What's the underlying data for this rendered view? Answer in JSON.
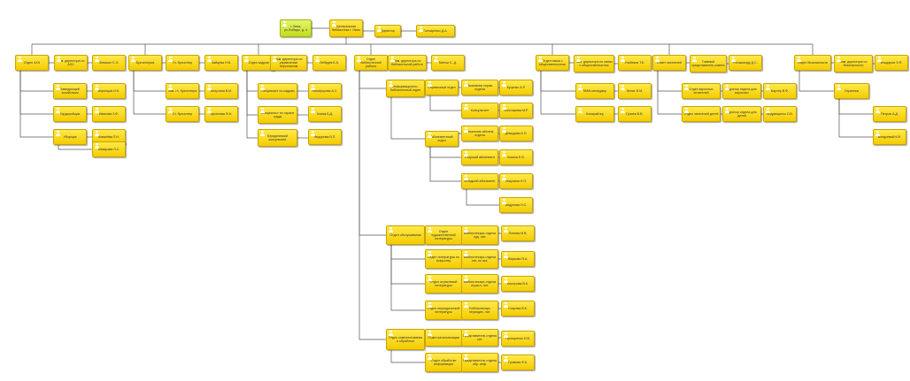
{
  "colors": {
    "box": "#f4cc00",
    "box_top": "#ffe94a",
    "box_border": "#c9a400",
    "lime": "#c3dc1c",
    "line": "#555555"
  },
  "icon": "person-icon",
  "nodes": [
    {
      "id": "n_city",
      "label": "г. Омск, ул.Победы, д. 4",
      "lime": true
    },
    {
      "id": "n_lib",
      "label": "Центральная библиотека г. Омск"
    },
    {
      "id": "n_dir",
      "label": "Директор"
    },
    {
      "id": "n_dirname",
      "label": "Гончаренко Д.А."
    },
    {
      "id": "c1",
      "label": "Отдел АХЧ"
    },
    {
      "id": "c1s",
      "label": "Зам. директора по АХЧ"
    },
    {
      "id": "c1n",
      "label": "Земских С.Э."
    },
    {
      "id": "c1a",
      "label": "Заведующий хозяйством"
    },
    {
      "id": "c1an",
      "label": "Воронцов И.Н."
    },
    {
      "id": "c1b",
      "label": "Гардеробщик"
    },
    {
      "id": "c1bn",
      "label": "Иванова З.Ф."
    },
    {
      "id": "c1c",
      "label": "Уборщик"
    },
    {
      "id": "c1cn",
      "label": "Ковалёва Л.Н."
    },
    {
      "id": "c1dn",
      "label": "Макарова Л.С."
    },
    {
      "id": "c2",
      "label": "Бухгалтерия"
    },
    {
      "id": "c2a",
      "label": "Гл. бухгалтер"
    },
    {
      "id": "c2an",
      "label": "Зайцева Н.В."
    },
    {
      "id": "c2b",
      "label": "Зам. гл. бухгалтера"
    },
    {
      "id": "c2bn",
      "label": "Белухина В.М."
    },
    {
      "id": "c2c",
      "label": "Ст. бухгалтер"
    },
    {
      "id": "c2cn",
      "label": "Арсенова Ф.Н."
    },
    {
      "id": "c3",
      "label": "Отдел кадров"
    },
    {
      "id": "c3s",
      "label": "Зам. директора по управлению персоналом"
    },
    {
      "id": "c3n",
      "label": "Лебедев К.А."
    },
    {
      "id": "c3a",
      "label": "Специалист по кадрам"
    },
    {
      "id": "c3an",
      "label": "Никифорова А.С."
    },
    {
      "id": "c3b",
      "label": "Специалист по охране труда"
    },
    {
      "id": "c3bn",
      "label": "Хомяк Б.Д."
    },
    {
      "id": "c3c",
      "label": "Юридический консультант"
    },
    {
      "id": "c3cn",
      "label": "Федорова В.П."
    },
    {
      "id": "c4",
      "label": "Отдел библиотечной работы"
    },
    {
      "id": "c4s",
      "label": "Зам. директора по библиотечной работе"
    },
    {
      "id": "c4n",
      "label": "Минчи С. Д."
    },
    {
      "id": "c4a",
      "label": "Информационно-библиотечный отдел"
    },
    {
      "id": "c4a1",
      "label": "Справочный отдел"
    },
    {
      "id": "c4a1a",
      "label": "Начальник справ. отдела"
    },
    {
      "id": "c4a1an",
      "label": "Куценко А.Р."
    },
    {
      "id": "c4a1b",
      "label": "Консультант"
    },
    {
      "id": "c4a1bn",
      "label": "Золотарева М.Р."
    },
    {
      "id": "c4a2",
      "label": "Абонементный отдел"
    },
    {
      "id": "c4a2a",
      "label": "Начальник абонем. отдела"
    },
    {
      "id": "c4a2an",
      "label": "Демидова А.П."
    },
    {
      "id": "c4a2b",
      "label": "Старший абонемент"
    },
    {
      "id": "c4a2bn",
      "label": "Кокина Е.В."
    },
    {
      "id": "c4a2c",
      "label": "Младший абонемент"
    },
    {
      "id": "c4a2cn",
      "label": "Никулина Н.П."
    },
    {
      "id": "c4a2dn",
      "label": "Андреева Н.С."
    },
    {
      "id": "c4b",
      "label": "Отдел обслуживания"
    },
    {
      "id": "c4b1",
      "label": "Отдел художественной литературы"
    },
    {
      "id": "c4b1a",
      "label": "Библиотекарь отдела худ. лит."
    },
    {
      "id": "c4b1an",
      "label": "Попова М.В."
    },
    {
      "id": "c4b2",
      "label": "Отдел литературы по искусству"
    },
    {
      "id": "c4b2a",
      "label": "Библиотекарь отдела лит. по иск."
    },
    {
      "id": "c4b2an",
      "label": "Жаркова Я.А."
    },
    {
      "id": "c4b3",
      "label": "Отдел отраслевой литературы"
    },
    {
      "id": "c4b3a",
      "label": "Библиотекарь отдела отрасл. лит."
    },
    {
      "id": "c4b3an",
      "label": "Быстрова В.К."
    },
    {
      "id": "c4b4",
      "label": "Отдел периодической литературы"
    },
    {
      "id": "c4b4a",
      "label": "Библиотекарь периодич. лит."
    },
    {
      "id": "c4b4an",
      "label": "Старова В.К."
    },
    {
      "id": "c4c",
      "label": "Отдел комплектования и обработки"
    },
    {
      "id": "c4c1",
      "label": "Отдел каталогизации"
    },
    {
      "id": "c4c1a",
      "label": "Представитель отдела кат."
    },
    {
      "id": "c4c1an",
      "label": "Прохоренко Н.В."
    },
    {
      "id": "c4c2",
      "label": "Отдел обработки информации"
    },
    {
      "id": "c4c2a",
      "label": "Представитель отдела обр. инф."
    },
    {
      "id": "c4c2an",
      "label": "Громова Ф.К."
    },
    {
      "id": "c5",
      "label": "Отдел связи с общественностью"
    },
    {
      "id": "c5s",
      "label": "Зам. директора по связи с общественностью"
    },
    {
      "id": "c5n",
      "label": "Ульбеков Т.Е."
    },
    {
      "id": "c5a",
      "label": "SMM-менеджер"
    },
    {
      "id": "c5an",
      "label": "Кенас Ф.М."
    },
    {
      "id": "c5b",
      "label": "Копирайтер"
    },
    {
      "id": "c5bn",
      "label": "Гуляев В.В."
    },
    {
      "id": "c6",
      "label": "Совет читателей"
    },
    {
      "id": "c6s",
      "label": "Главный представитель совета"
    },
    {
      "id": "c6n",
      "label": "Рогожкиндр Д.С."
    },
    {
      "id": "c6a",
      "label": "Отдел взрослых читателей"
    },
    {
      "id": "c6a1",
      "label": "Куратор отдела для взрослых"
    },
    {
      "id": "c6a1n",
      "label": "Бартер В.Ф."
    },
    {
      "id": "c6b",
      "label": "Отдел читателей детей"
    },
    {
      "id": "c6b1",
      "label": "Куратор отдела для детей"
    },
    {
      "id": "c6b1n",
      "label": "Андрющенко С.В."
    },
    {
      "id": "c7",
      "label": "Отдел безопасности"
    },
    {
      "id": "c7s",
      "label": "Зам. директора по безопасности"
    },
    {
      "id": "c7n",
      "label": "Ильдаров Э.Я."
    },
    {
      "id": "c7a",
      "label": "Охранник"
    },
    {
      "id": "c7an",
      "label": "Петров А.Д."
    },
    {
      "id": "c7bn",
      "label": "Воедьевый К.Ф."
    }
  ]
}
